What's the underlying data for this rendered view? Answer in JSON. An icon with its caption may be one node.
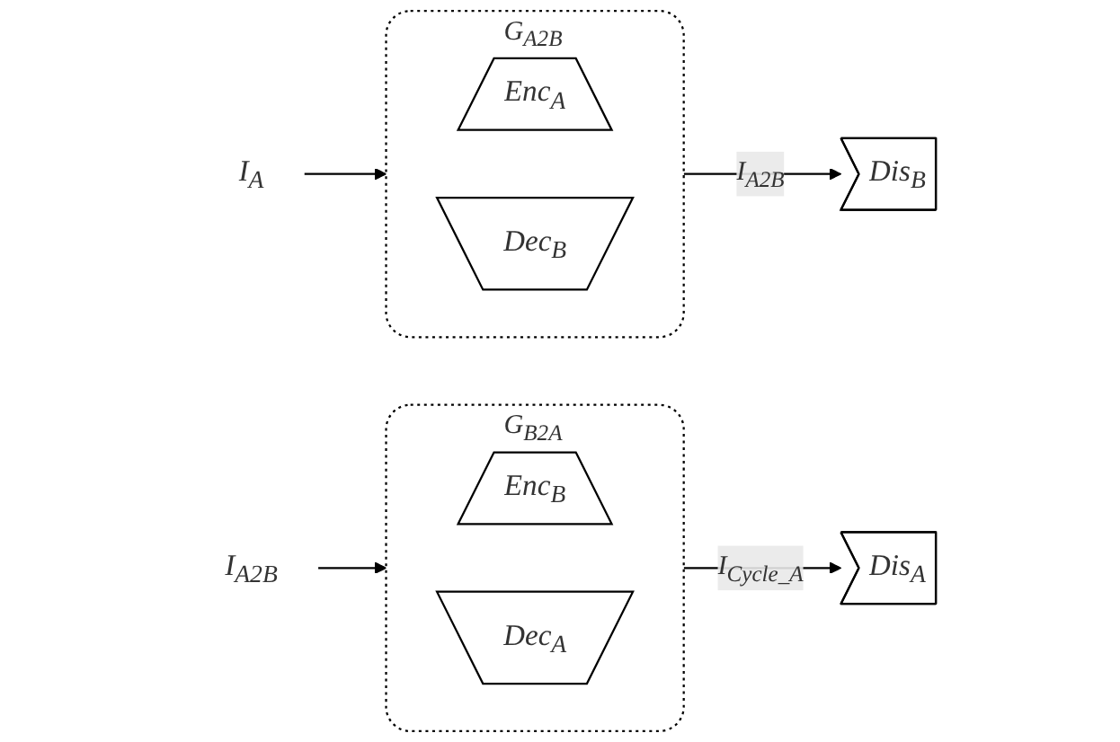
{
  "diagram": {
    "nodes": [
      {
        "text": [
          "I$_{A}$"
        ]
      },
      {
        "text": [
          "G$_{A2B}$"
        ]
      },
      {
        "text": [
          "Enc$_{A}$"
        ],
        "in": 1
      },
      {
        "text": [
          "Dec$_{B}$"
        ],
        "in": 1
      },
      {
        "text": [
          "Dis$_{B}$"
        ]
      },
      {
        "text": [
          "I$_{A2B}$"
        ]
      },
      {
        "text": [
          "G$_{B2A}$"
        ]
      },
      {
        "text": [
          "Enc$_{B}$"
        ],
        "in": 6
      },
      {
        "text": [
          "Dec$_{A}$"
        ],
        "in": 6
      },
      {
        "text": [
          "Dis$_{A}$"
        ]
      }
    ],
    "edges": [
      {
        "from": 0,
        "to": 1,
        "arrow": "to"
      },
      {
        "from": 1,
        "to": 4,
        "arrow": "to",
        "label": "I$_{A2B}$"
      },
      {
        "from": 5,
        "to": 6,
        "arrow": "to"
      },
      {
        "from": 6,
        "to": 9,
        "arrow": "to",
        "label": "I$_{Cycle_A}$"
      }
    ]
  }
}
